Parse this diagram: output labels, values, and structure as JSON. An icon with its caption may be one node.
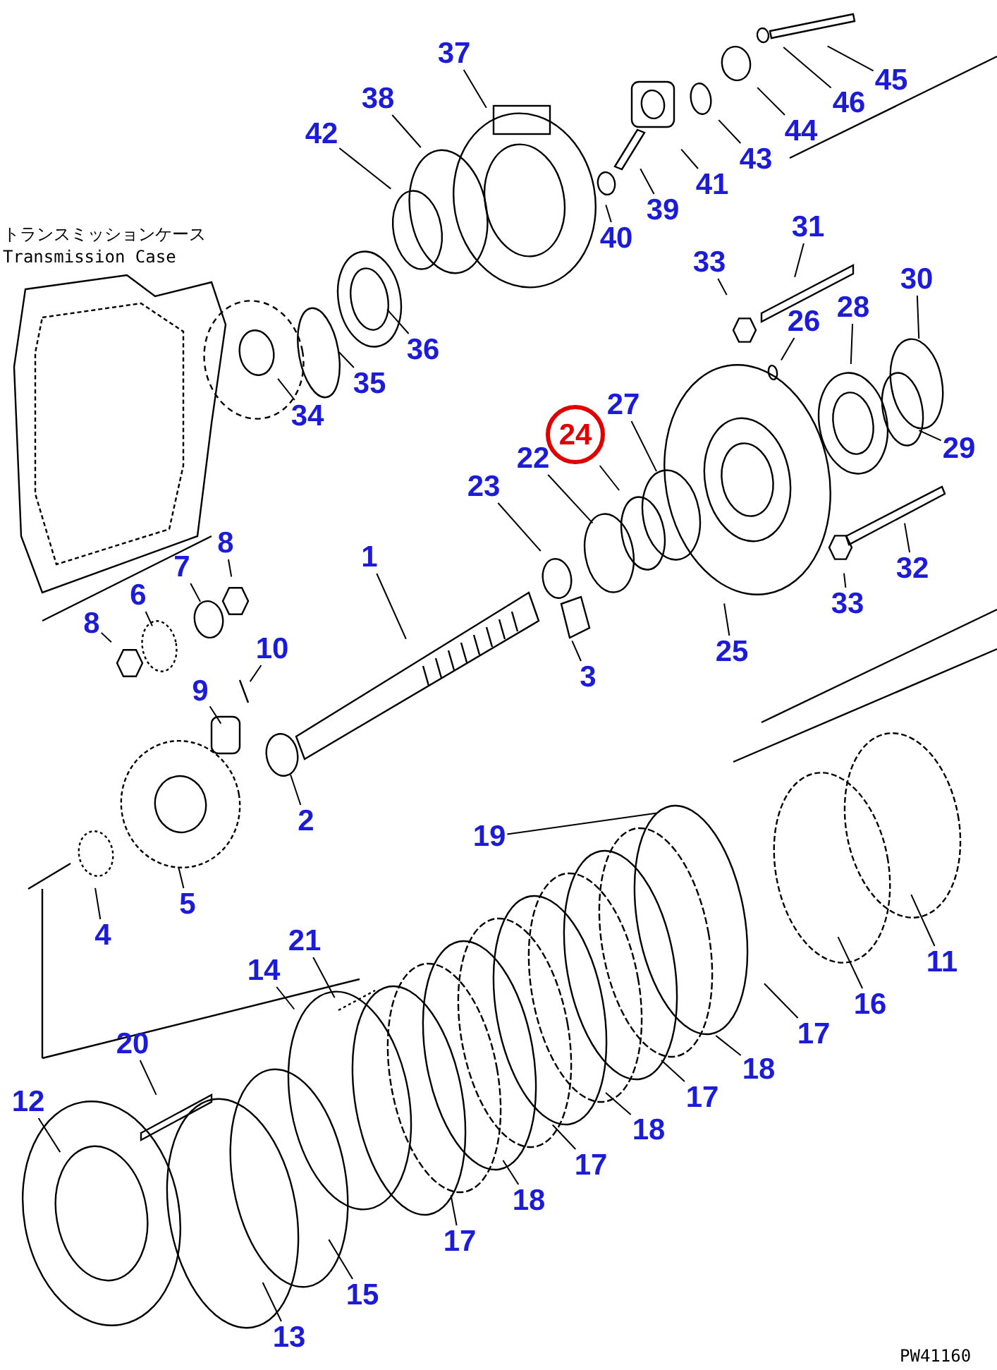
{
  "diagram": {
    "nodes": [
      {
        "text": [
          "37"
        ]
      },
      {
        "text": [
          "45"
        ]
      },
      {
        "text": [
          "38"
        ]
      },
      {
        "text": [
          "46"
        ]
      },
      {
        "text": [
          "42"
        ]
      },
      {
        "text": [
          "44"
        ]
      },
      {
        "text": [
          "43"
        ]
      },
      {
        "text": [
          "41"
        ]
      },
      {
        "text": [
          "39"
        ]
      },
      {
        "text": [
          "40"
        ]
      },
      {
        "text": [
          "31"
        ]
      },
      {
        "text": [
          "33"
        ]
      },
      {
        "text": [
          "30"
        ]
      },
      {
        "text": [
          "28"
        ]
      },
      {
        "text": [
          "26"
        ]
      },
      {
        "text": [
          "36"
        ]
      },
      {
        "text": [
          "35"
        ]
      },
      {
        "text": [
          "27"
        ]
      },
      {
        "text": [
          "34"
        ]
      },
      {
        "text": [
          "24"
        ]
      },
      {
        "text": [
          "29"
        ]
      },
      {
        "text": [
          "22"
        ]
      },
      {
        "text": [
          "23"
        ]
      },
      {
        "text": [
          "8"
        ]
      },
      {
        "text": [
          "1"
        ]
      },
      {
        "text": [
          "7"
        ]
      },
      {
        "text": [
          "32"
        ]
      },
      {
        "text": [
          "6"
        ]
      },
      {
        "text": [
          "33"
        ]
      },
      {
        "text": [
          "8"
        ]
      },
      {
        "text": [
          "10"
        ]
      },
      {
        "text": [
          "25"
        ]
      },
      {
        "text": [
          "3"
        ]
      },
      {
        "text": [
          "9"
        ]
      },
      {
        "text": [
          "2"
        ]
      },
      {
        "text": [
          "19"
        ]
      },
      {
        "text": [
          "5"
        ]
      },
      {
        "text": [
          "4"
        ]
      },
      {
        "text": [
          "21"
        ]
      },
      {
        "text": [
          "11"
        ]
      },
      {
        "text": [
          "14"
        ]
      },
      {
        "text": [
          "16"
        ]
      },
      {
        "text": [
          "17"
        ]
      },
      {
        "text": [
          "20"
        ]
      },
      {
        "text": [
          "18"
        ]
      },
      {
        "text": [
          "17"
        ]
      },
      {
        "text": [
          "12"
        ]
      },
      {
        "text": [
          "18"
        ]
      },
      {
        "text": [
          "17"
        ]
      },
      {
        "text": [
          "18"
        ]
      },
      {
        "text": [
          "17"
        ]
      },
      {
        "text": [
          "15"
        ]
      },
      {
        "text": [
          "13"
        ]
      }
    ],
    "edges": [
      {
        "from": 0,
        "to": null,
        "arrow": "none"
      },
      {
        "from": 1,
        "to": null,
        "arrow": "none"
      },
      {
        "from": 2,
        "to": null,
        "arrow": "none"
      },
      {
        "from": 3,
        "to": null,
        "arrow": "none"
      },
      {
        "from": 4,
        "to": null,
        "arrow": "none"
      },
      {
        "from": 5,
        "to": null,
        "arrow": "none"
      },
      {
        "from": 6,
        "to": null,
        "arrow": "none"
      },
      {
        "from": 7,
        "to": null,
        "arrow": "none"
      },
      {
        "from": 8,
        "to": null,
        "arrow": "none"
      },
      {
        "from": 9,
        "to": null,
        "arrow": "none"
      },
      {
        "from": 10,
        "to": null,
        "arrow": "none"
      },
      {
        "from": 11,
        "to": null,
        "arrow": "none"
      },
      {
        "from": 12,
        "to": null,
        "arrow": "none"
      },
      {
        "from": 13,
        "to": null,
        "arrow": "none"
      },
      {
        "from": 14,
        "to": null,
        "arrow": "none"
      },
      {
        "from": 15,
        "to": null,
        "arrow": "none"
      },
      {
        "from": 16,
        "to": null,
        "arrow": "none"
      },
      {
        "from": 17,
        "to": null,
        "arrow": "none"
      },
      {
        "from": 18,
        "to": null,
        "arrow": "none"
      },
      {
        "from": 19,
        "to": null,
        "arrow": "none"
      },
      {
        "from": 20,
        "to": null,
        "arrow": "none"
      },
      {
        "from": 21,
        "to": null,
        "arrow": "none"
      },
      {
        "from": 22,
        "to": null,
        "arrow": "none"
      },
      {
        "from": 23,
        "to": null,
        "arrow": "none"
      },
      {
        "from": 24,
        "to": null,
        "arrow": "none"
      },
      {
        "from": 25,
        "to": null,
        "arrow": "none"
      },
      {
        "from": 26,
        "to": null,
        "arrow": "none"
      },
      {
        "from": 27,
        "to": null,
        "arrow": "none"
      },
      {
        "from": 28,
        "to": null,
        "arrow": "none"
      },
      {
        "from": 29,
        "to": null,
        "arrow": "none"
      },
      {
        "from": 30,
        "to": null,
        "arrow": "none"
      },
      {
        "from": 31,
        "to": null,
        "arrow": "none"
      },
      {
        "from": 32,
        "to": null,
        "arrow": "none"
      },
      {
        "from": 33,
        "to": null,
        "arrow": "none"
      },
      {
        "from": 34,
        "to": null,
        "arrow": "none"
      },
      {
        "from": 35,
        "to": null,
        "arrow": "none"
      },
      {
        "from": 36,
        "to": null,
        "arrow": "none"
      },
      {
        "from": 37,
        "to": null,
        "arrow": "none"
      },
      {
        "from": 38,
        "to": null,
        "arrow": "none"
      },
      {
        "from": 39,
        "to": null,
        "arrow": "none"
      },
      {
        "from": 40,
        "to": null,
        "arrow": "none"
      },
      {
        "from": 41,
        "to": null,
        "arrow": "none"
      },
      {
        "from": 42,
        "to": null,
        "arrow": "none"
      },
      {
        "from": 43,
        "to": null,
        "arrow": "none"
      },
      {
        "from": 44,
        "to": null,
        "arrow": "none"
      },
      {
        "from": 45,
        "to": null,
        "arrow": "none"
      },
      {
        "from": 46,
        "to": null,
        "arrow": "none"
      },
      {
        "from": 47,
        "to": null,
        "arrow": "none"
      },
      {
        "from": 48,
        "to": null,
        "arrow": "none"
      },
      {
        "from": 49,
        "to": null,
        "arrow": "none"
      },
      {
        "from": 50,
        "to": null,
        "arrow": "none"
      },
      {
        "from": 51,
        "to": null,
        "arrow": "none"
      },
      {
        "from": 52,
        "to": null,
        "arrow": "none"
      }
    ],
    "labels": [
      "トランスミッションケース",
      "Transmission Case",
      "PW41160"
    ]
  }
}
